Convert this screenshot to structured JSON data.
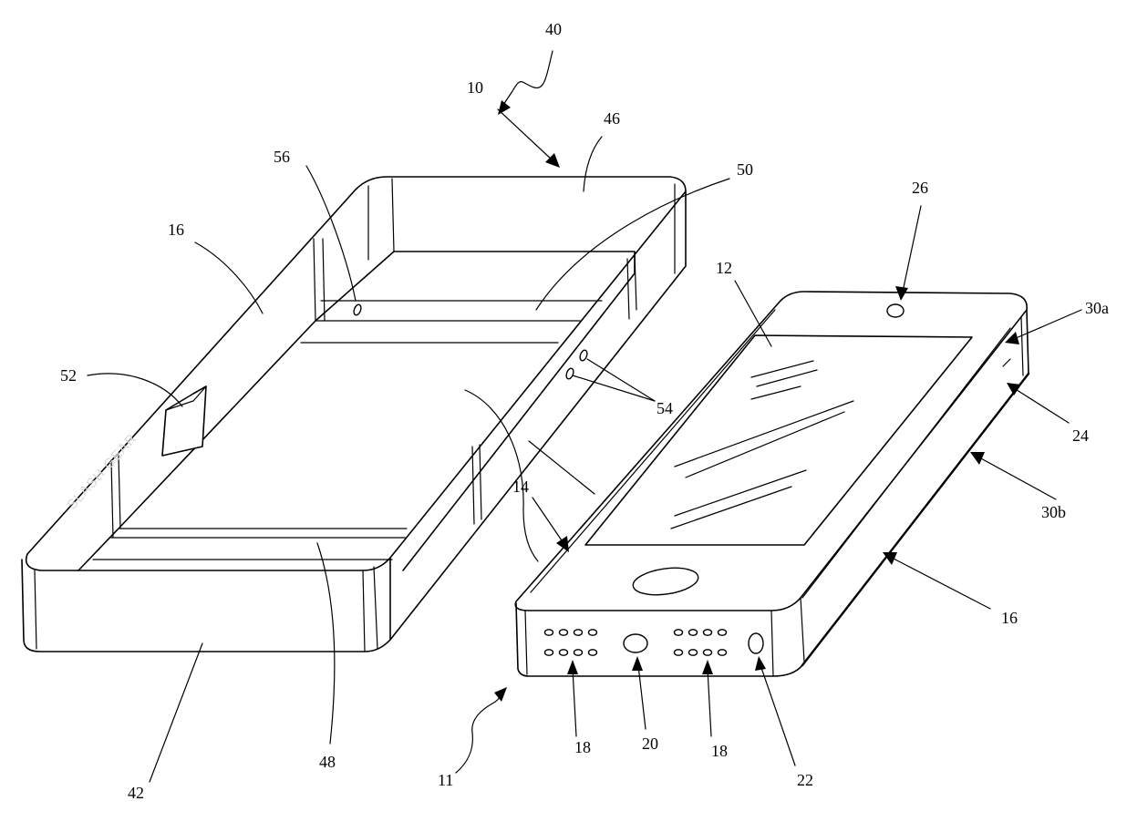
{
  "figure": {
    "labels": {
      "l40": "40",
      "l10": "10",
      "l46": "46",
      "l56": "56",
      "l50": "50",
      "l26": "26",
      "l16a": "16",
      "l12": "12",
      "l30a": "30a",
      "l52": "52",
      "l54": "54",
      "l24": "24",
      "l14": "14",
      "l30b": "30b",
      "l16b": "16",
      "l42": "42",
      "l48": "48",
      "l18a": "18",
      "l20": "20",
      "l18b": "18",
      "l22": "22",
      "l11": "11"
    },
    "watermark": "SLASH GEAR"
  }
}
